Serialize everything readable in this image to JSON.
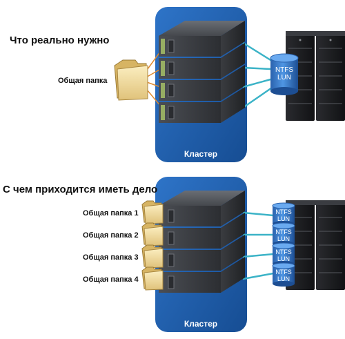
{
  "top": {
    "heading": "Что реально нужно",
    "folder_label": "Общая папка",
    "cluster_label": "Кластер",
    "lun": {
      "line1": "NTFS",
      "line2": "LUN"
    }
  },
  "bottom": {
    "heading": "С чем приходится иметь дело",
    "folder_labels": [
      "Общая папка 1",
      "Общая папка 2",
      "Общая папка 3",
      "Общая папка 4"
    ],
    "cluster_label": "Кластер",
    "luns": [
      {
        "line1": "NTFS",
        "line2": "LUN"
      },
      {
        "line1": "NTFS",
        "line2": "LUN"
      },
      {
        "line1": "NTFS",
        "line2": "LUN"
      },
      {
        "line1": "NTFS",
        "line2": "LUN"
      }
    ]
  },
  "colors": {
    "cluster_panel": "#1f5fb0",
    "server_body": "#3a3d42",
    "connector_orange": "#e08a2e",
    "connector_cyan": "#3bb3c7",
    "lun_cylinder": "#2f74c9",
    "storage_rack": "#1a1b1e"
  }
}
